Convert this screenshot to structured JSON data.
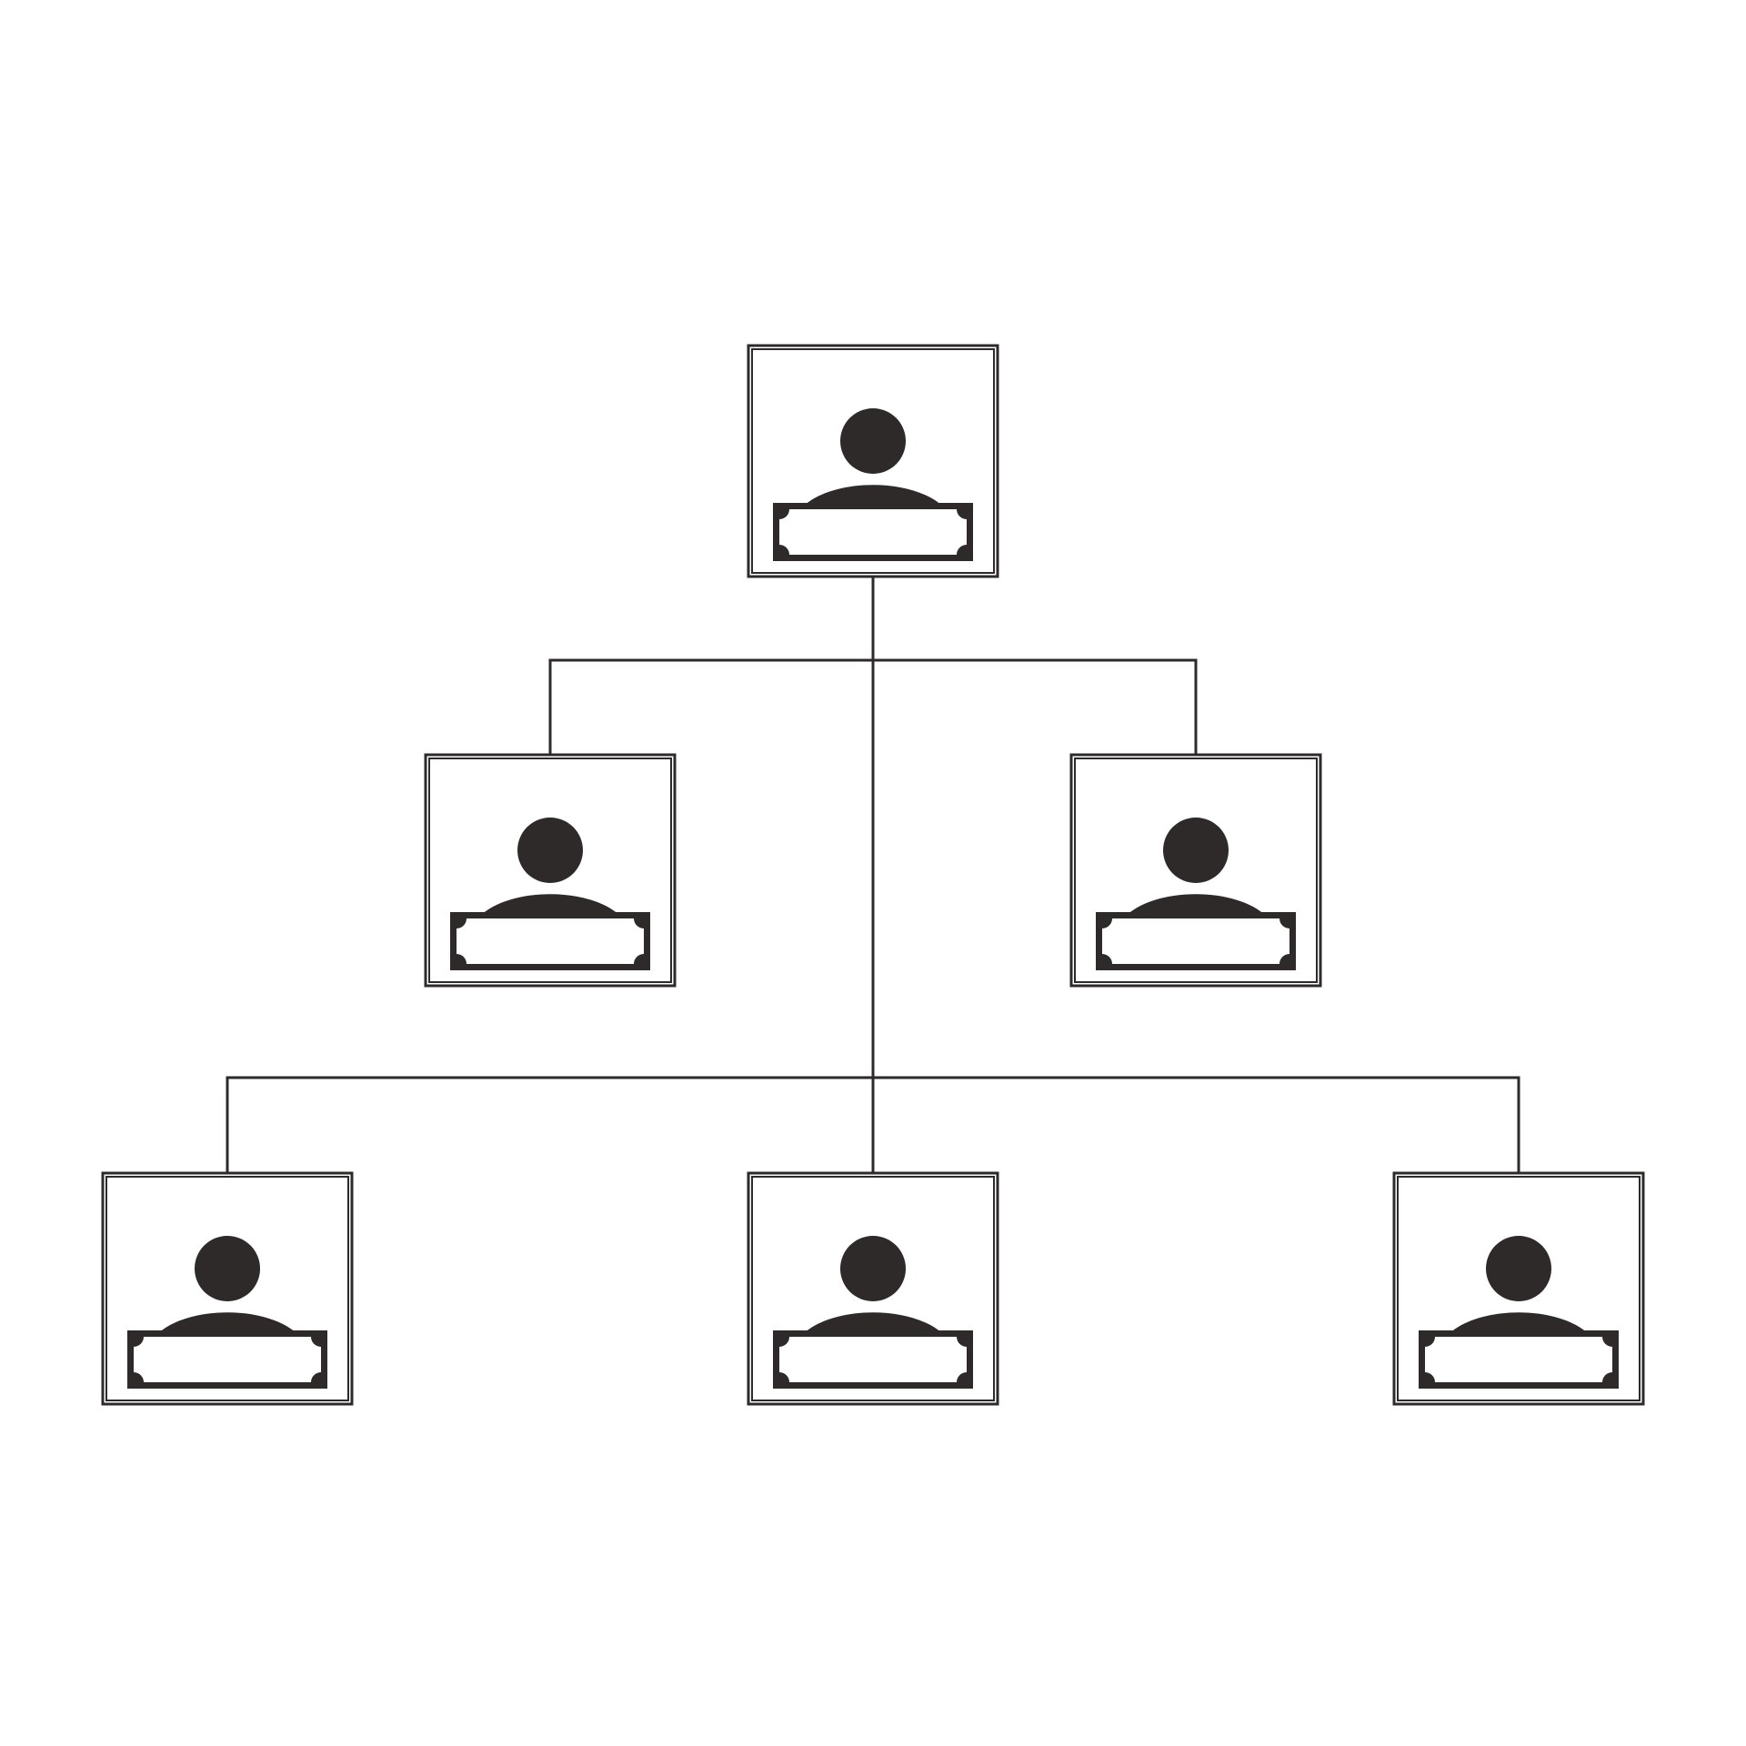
{
  "colors": {
    "stroke": "#2d2a29",
    "fill": "#2d2a29",
    "background": "#ffffff"
  },
  "diagram": {
    "type": "org-chart",
    "levels": 3,
    "nodes": [
      {
        "id": "root",
        "level": 0,
        "icon": "person-icon",
        "label": "",
        "parent": null
      },
      {
        "id": "mgr-left",
        "level": 1,
        "icon": "person-icon",
        "label": "",
        "parent": "root"
      },
      {
        "id": "mgr-right",
        "level": 1,
        "icon": "person-icon",
        "label": "",
        "parent": "root"
      },
      {
        "id": "staff-left",
        "level": 2,
        "icon": "person-icon",
        "label": "",
        "parent": "root"
      },
      {
        "id": "staff-center",
        "level": 2,
        "icon": "person-icon",
        "label": "",
        "parent": "root"
      },
      {
        "id": "staff-right",
        "level": 2,
        "icon": "person-icon",
        "label": "",
        "parent": "root"
      }
    ]
  }
}
